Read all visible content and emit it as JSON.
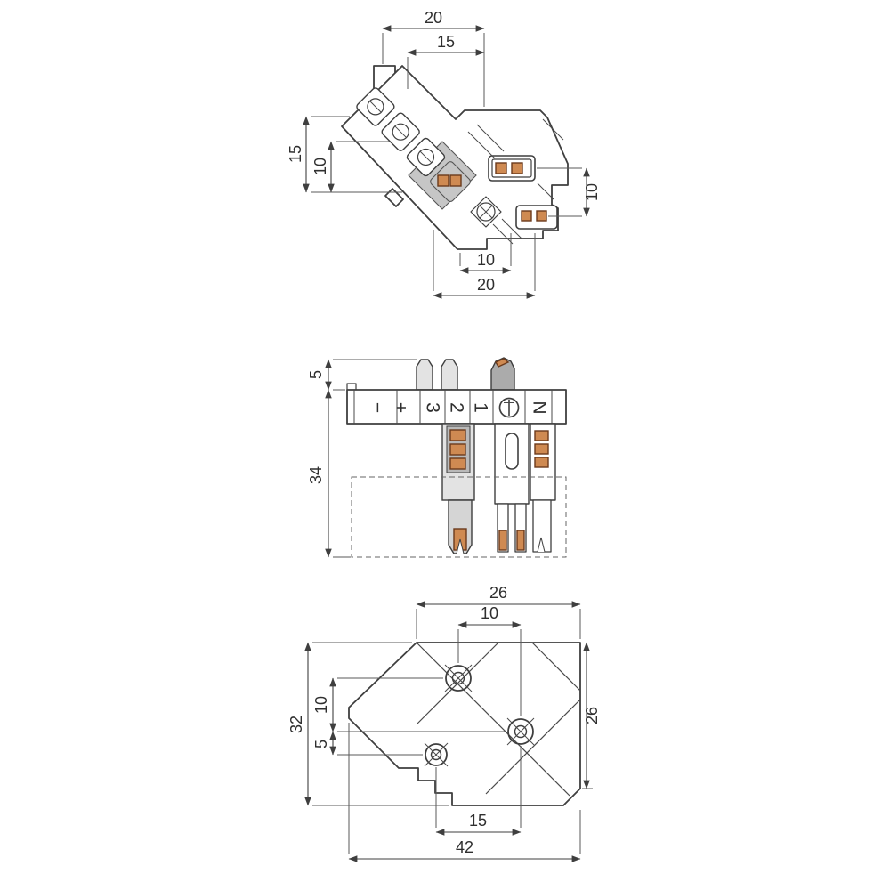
{
  "drawing": {
    "colors": {
      "line": "#3f3f3f",
      "gray_fill": "#c6c6c6",
      "light_gray": "#e3e3e3",
      "contact_orange": "#cf8a52",
      "contact_border": "#6b3a1c",
      "background": "#ffffff"
    },
    "top_view": {
      "dims": {
        "top_20": "20",
        "top_15": "15",
        "left_15": "15",
        "left_10": "10",
        "right_10": "10",
        "bottom_10": "10",
        "bottom_20": "20"
      }
    },
    "side_view": {
      "dims": {
        "top_5": "5",
        "left_34": "34"
      },
      "terminals": {
        "minus": "−",
        "plus": "+",
        "three": "3",
        "two": "2",
        "one": "1",
        "n": "N"
      }
    },
    "bottom_view": {
      "dims": {
        "top_26": "26",
        "top_10": "10",
        "left_32": "32",
        "left_10": "10",
        "left_5": "5",
        "right_26": "26",
        "bottom_15": "15",
        "bottom_42": "42"
      }
    }
  }
}
